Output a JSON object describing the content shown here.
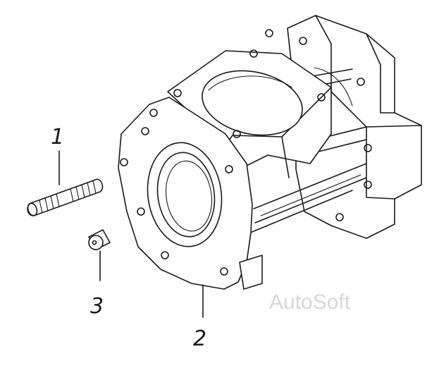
{
  "callouts": [
    {
      "id": "1",
      "label": "1",
      "part": "stud"
    },
    {
      "id": "2",
      "label": "2",
      "part": "housing"
    },
    {
      "id": "3",
      "label": "3",
      "part": "bushing"
    }
  ],
  "watermark": "AutoSoft",
  "colors": {
    "line": "#1a1a1a",
    "background": "#ffffff",
    "watermark": "#d9d9d9"
  }
}
